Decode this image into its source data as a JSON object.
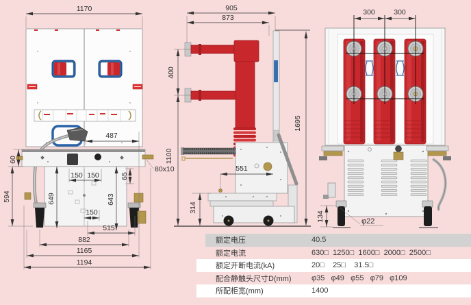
{
  "colors": {
    "background": "#f8dcdc",
    "pole_red": "#c8272c",
    "frame_blue": "#2a63a8",
    "table_gray": "#d2d2d2",
    "brass_gold": "#b3974d"
  },
  "front": {
    "dims": {
      "overall_top": "1170",
      "d487": "487",
      "d60": "60",
      "d80x10": "80x10",
      "d594": "594",
      "d150a": "150",
      "d150b": "150",
      "d65": "65",
      "d649": "649",
      "d643": "643",
      "d150c": "150",
      "d515": "515",
      "d882": "882",
      "d1165": "1165",
      "d1194": "1194"
    }
  },
  "side": {
    "dims": {
      "d905": "905",
      "d873": "873",
      "d400": "400",
      "d1100": "1100",
      "d1695": "1695",
      "d551": "551",
      "d314": "314"
    }
  },
  "rear": {
    "dims": {
      "d300a": "300",
      "d300b": "300",
      "d134": "134",
      "dphi": "φ22"
    }
  },
  "table": {
    "rows": [
      {
        "label": "额定电压",
        "value": "40.5"
      },
      {
        "label": "额定电流",
        "value": "630□  1250□  1600□  2000□  2500□"
      },
      {
        "label": "额定开断电流(kA)",
        "value": "20□    25□    31.5□"
      },
      {
        "label": "配合静触头尺寸D(mm)",
        "value": "φ35   φ49   φ55   φ79   φ109"
      },
      {
        "label": "所配柜宽(mm)",
        "value": "1400"
      }
    ]
  }
}
